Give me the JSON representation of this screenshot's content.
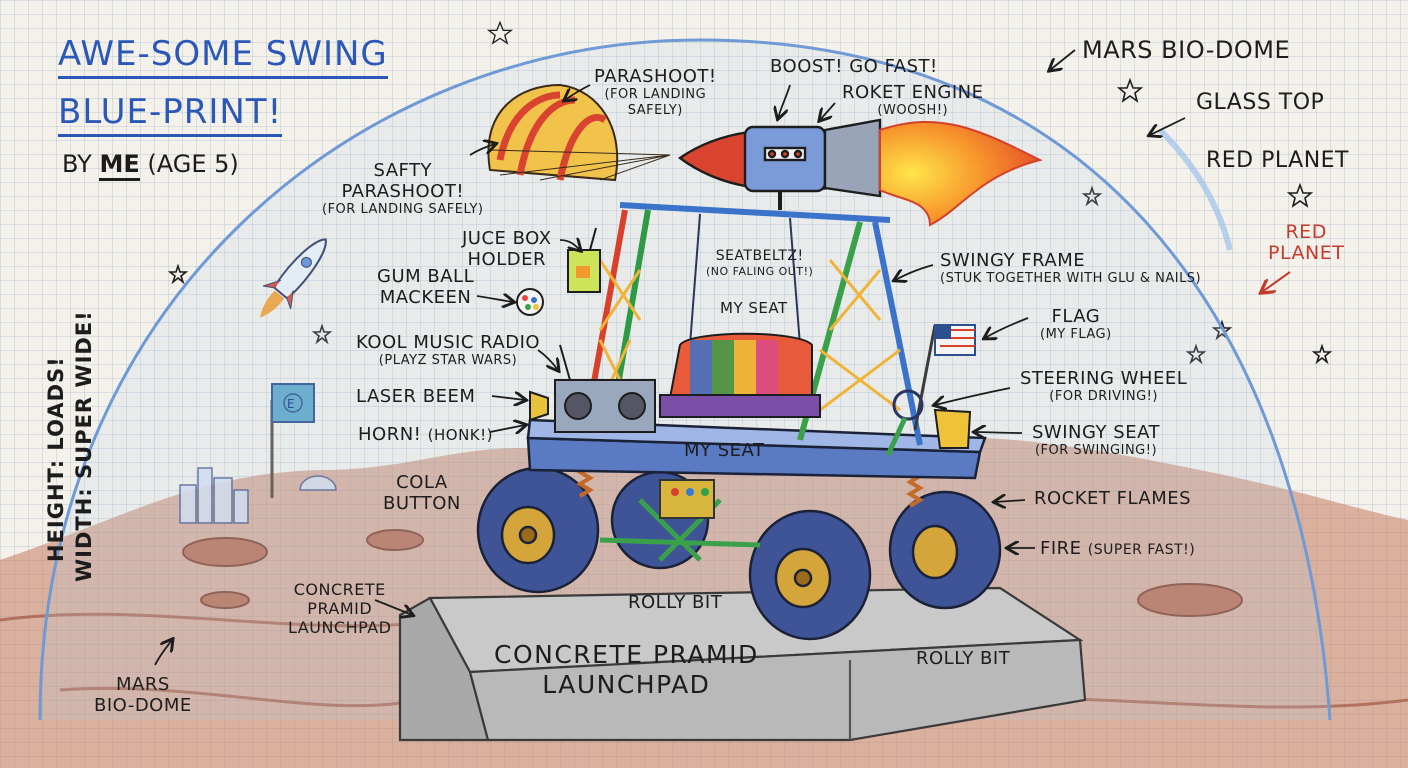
{
  "title": {
    "line1": "AWE-SOME SWING",
    "line2": "BLUE-PRINT!"
  },
  "byline": {
    "prefix": "BY",
    "me": "ME",
    "suffix": "(AGE 5)"
  },
  "dimensions": {
    "height": "HEIGHT: LOADS!",
    "width": "WIDTH: SUPER WIDE!"
  },
  "labels": {
    "mars_dome_top": "MARS BIO-DOME",
    "glass_top": "GLASS TOP",
    "red_planet_black": "RED PLANET",
    "red_planet_red_1": "RED",
    "red_planet_red_2": "PLANET",
    "parashoot": "PARASHOOT!",
    "parashoot_note_1": "(FOR LANDING",
    "parashoot_note_2": "SAFELY)",
    "boost": "BOOST! GO FAST!",
    "engine": "ROKET ENGINE",
    "engine_note": "(WOOSH!)",
    "safety_1": "SAFTY",
    "safety_2": "PARASHOOT!",
    "safety_note": "(FOR LANDING SAFELY)",
    "juice_1": "JUCE BOX",
    "juice_2": "HOLDER",
    "gum_1": "GUM BALL",
    "gum_2": "MACKEEN",
    "radio": "KOOL MUSIC RADIO",
    "radio_note": "(PLAYZ STAR WARS)",
    "laser": "LASER BEEM",
    "horn": "HORN!",
    "horn_note": "(HONK!)",
    "cola_1": "COLA",
    "cola_2": "BUTTON",
    "seatbelt": "SEATBELTZ!",
    "seatbelt_note": "(NO FALING OUT!)",
    "my_seat_upper": "MY SEAT",
    "my_seat_deck": "MY SEAT",
    "frame": "SWINGY FRAME",
    "frame_note": "(STUK TOGETHER WITH GLU & NAILS)",
    "flag": "FLAG",
    "flag_note": "(MY FLAG)",
    "steering": "STEERING WHEEL",
    "steering_note": "(FOR DRIVING!)",
    "swingy_seat": "SWINGY SEAT",
    "swingy_seat_note": "(FOR SWINGING!)",
    "rocket_flames": "ROCKET FLAMES",
    "fire": "FIRE",
    "fire_note": "(SUPER FAST!)",
    "launchpad_left_1": "CONCRETE",
    "launchpad_left_2": "PRAMID",
    "launchpad_left_3": "LAUNCHPAD",
    "rolly_bit_top": "ROLLY BIT",
    "rolly_bit_right": "ROLLY BIT",
    "launchpad_big_1": "CONCRETE PRAMID",
    "launchpad_big_2": "LAUNCHPAD",
    "mars_dome_bottom_1": "MARS",
    "mars_dome_bottom_2": "BIO-DOME",
    "flag_text": "E"
  },
  "colors": {
    "title_blue": "#2b58b8",
    "dome_blue": "#6f9ad6",
    "mars_ground": "#b7634a",
    "annotation_red": "#c63a2c"
  }
}
